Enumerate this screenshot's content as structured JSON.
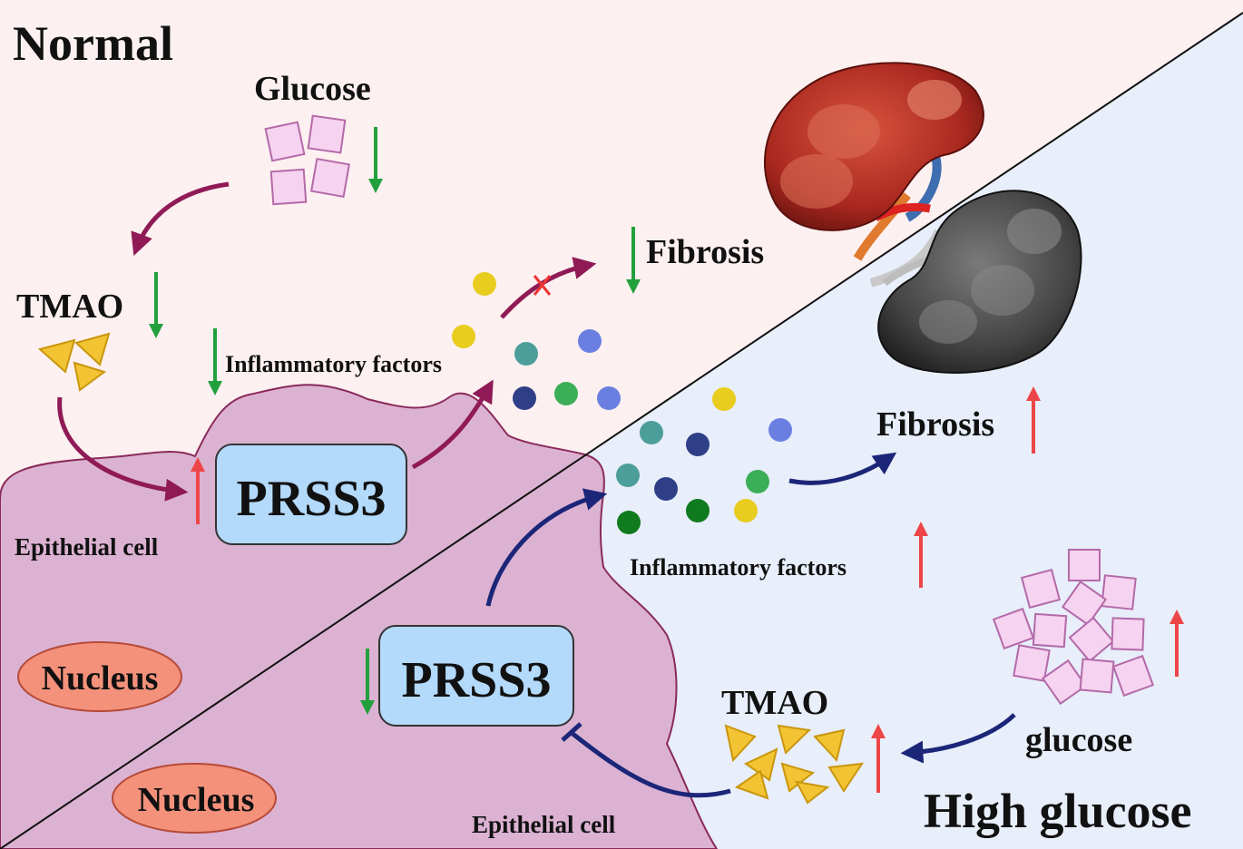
{
  "panels": {
    "normal": {
      "title": "Normal",
      "glucose_label": "Glucose",
      "tmao_label": "TMAO",
      "fibrosis_label": "Fibrosis",
      "inflammatory_label": "Inflammatory factors",
      "prss3_label": "PRSS3",
      "cell_label": "Epithelial cell",
      "nucleus_label": "Nucleus"
    },
    "high_glucose": {
      "title": "High glucose",
      "glucose_label": "glucose",
      "tmao_label": "TMAO",
      "fibrosis_label": "Fibrosis",
      "inflammatory_label": "Inflammatory factors",
      "prss3_label": "PRSS3",
      "cell_label": "Epithelial cell",
      "nucleus_label": "Nucleus"
    }
  },
  "colors": {
    "normal_bg": "#fdf0f0",
    "high_glucose_bg": "#e8eefa",
    "cell_fill": "#dcb2d2",
    "cell_stroke": "#8a2a5a",
    "prss3_fill": "#b3d9fb",
    "nucleus_fill": "#f4917b",
    "glucose_fill": "#f6d3f0",
    "glucose_stroke": "#b36aa8",
    "tmao_fill": "#f2c433",
    "arrow_normal": "#8f1a56",
    "arrow_high": "#1c2678",
    "down_arrow": "#22a03c",
    "up_arrow": "#ee4648",
    "block_x": "#e33"
  },
  "icons": {
    "healthy_kidney": "healthy-kidney-icon",
    "diseased_kidney": "fibrotic-kidney-icon",
    "glucose_cube": "glucose-cube-icon",
    "tmao_triangle": "tmao-triangle-icon",
    "factor_dot": "inflammatory-factor-dot-icon"
  }
}
